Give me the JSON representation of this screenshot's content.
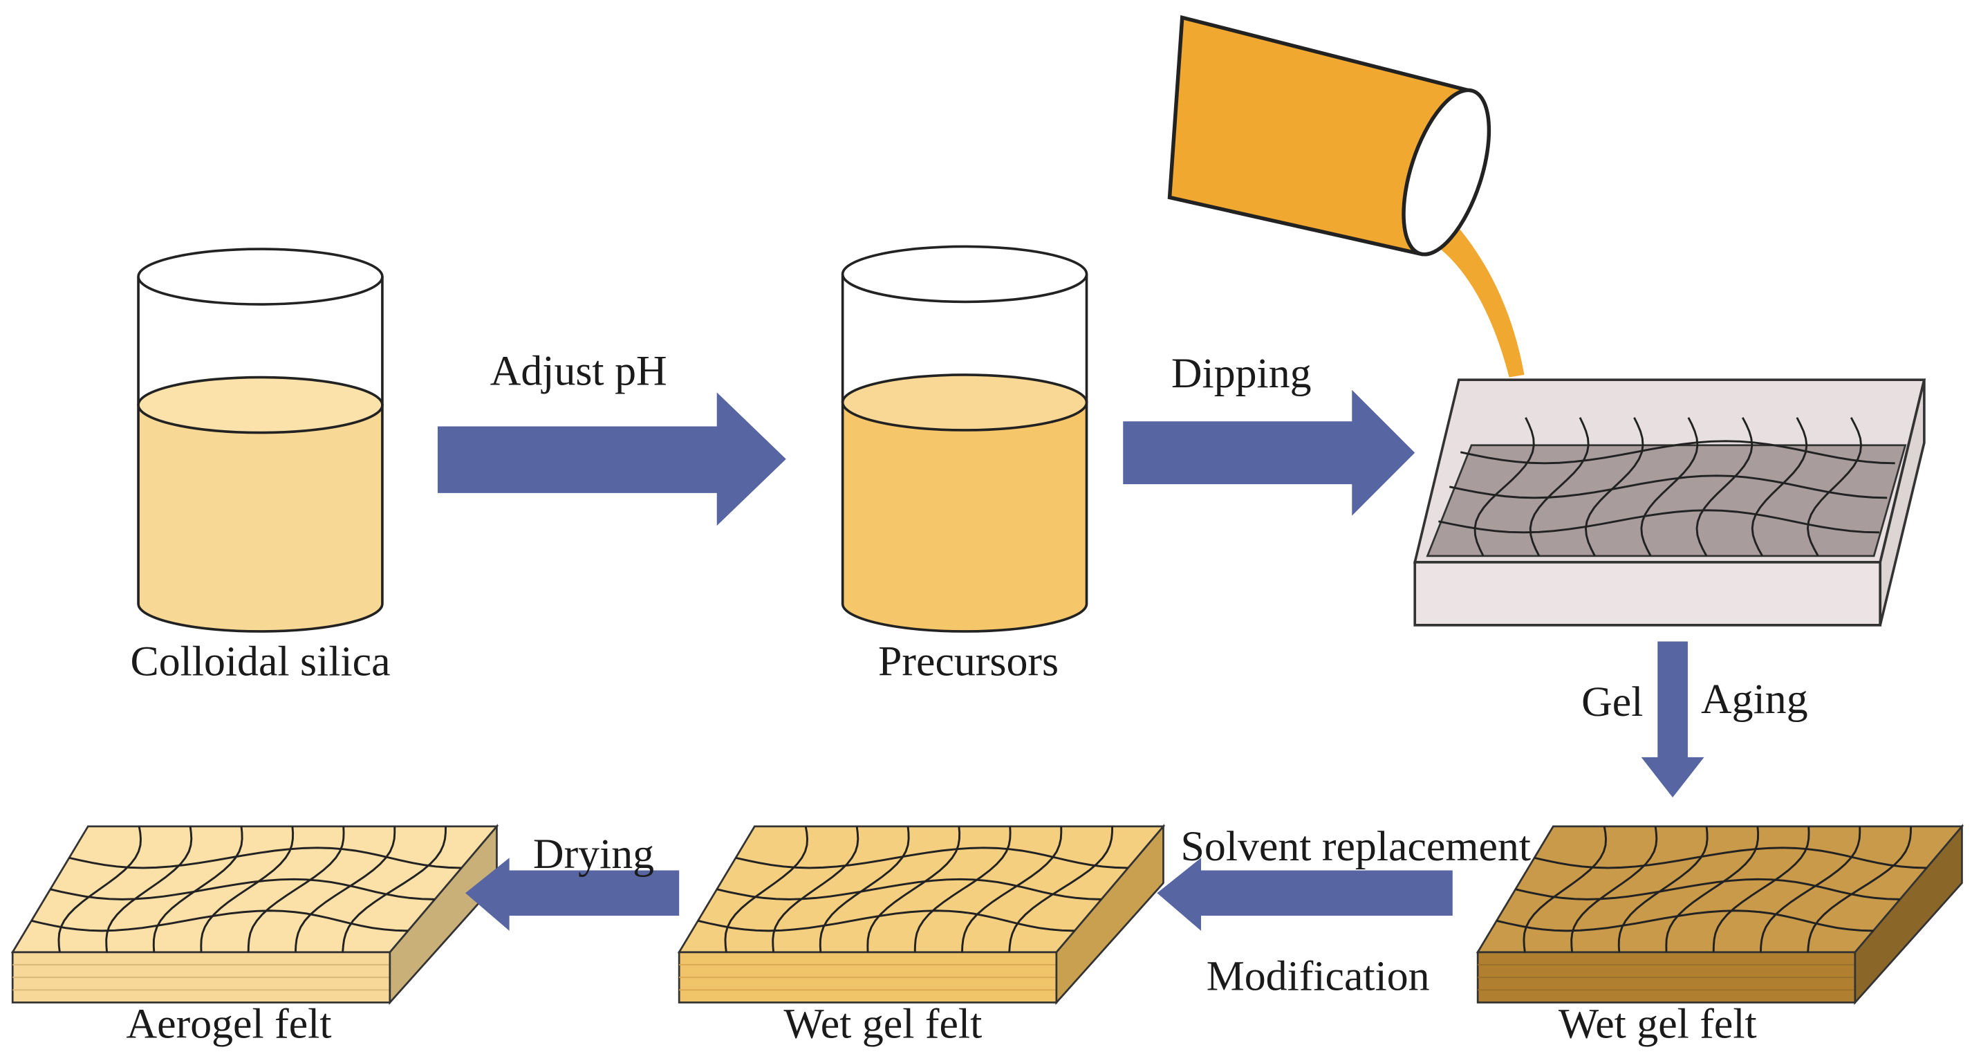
{
  "colors": {
    "arrow": "#5865a3",
    "colloidal_liquid": "#f8d895",
    "precursor_liquid": "#f5c76a",
    "pour_stream": "#f0a830",
    "tray_floor": "#a89c9c",
    "aerogel_felt": "#fbe0a8",
    "wet_gel_felt_modified": "#f5cf80",
    "wet_gel_felt_aged": "#c89a4a"
  },
  "labels": {
    "colloidal_silica": "Colloidal silica",
    "adjust_ph": "Adjust pH",
    "precursors": "Precursors",
    "dipping": "Dipping",
    "gel": "Gel",
    "aging": "Aging",
    "solvent_replacement": "Solvent replacement",
    "modification": "Modification",
    "drying": "Drying",
    "aerogel_felt": "Aerogel felt",
    "wet_gel_felt_middle": "Wet gel felt",
    "wet_gel_felt_right": "Wet gel felt"
  }
}
